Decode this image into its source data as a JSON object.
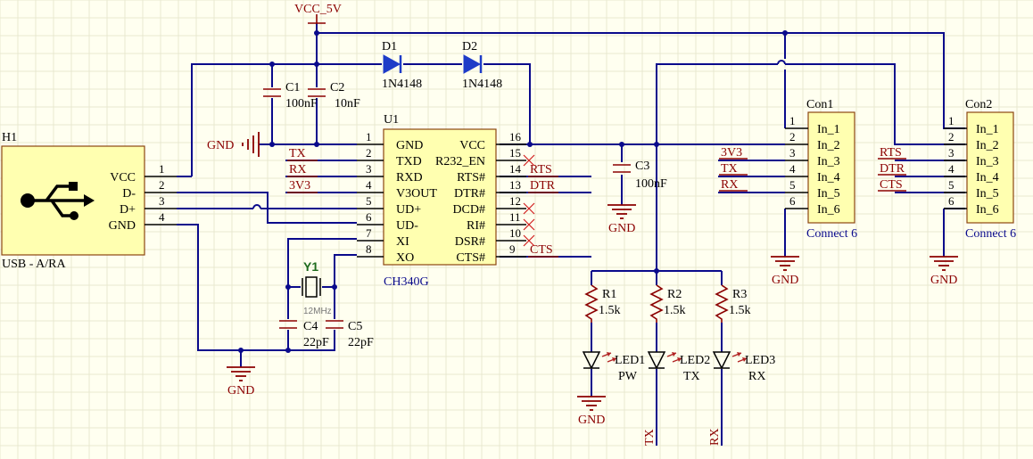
{
  "power": {
    "vcc5v": "VCC_5V"
  },
  "gnd": "GND",
  "h1": {
    "ref": "H1",
    "name": "USB - A/RA",
    "pins": [
      {
        "num": "1",
        "label": "VCC"
      },
      {
        "num": "2",
        "label": "D-"
      },
      {
        "num": "3",
        "label": "D+"
      },
      {
        "num": "4",
        "label": "GND"
      }
    ]
  },
  "caps": {
    "c1": {
      "ref": "C1",
      "val": "100nF"
    },
    "c2": {
      "ref": "C2",
      "val": "10nF"
    },
    "c3": {
      "ref": "C3",
      "val": "100nF"
    },
    "c4": {
      "ref": "C4",
      "val": "22pF"
    },
    "c5": {
      "ref": "C5",
      "val": "22pF"
    }
  },
  "diodes": {
    "d1": {
      "ref": "D1",
      "val": "1N4148"
    },
    "d2": {
      "ref": "D2",
      "val": "1N4148"
    }
  },
  "u1": {
    "ref": "U1",
    "part": "CH340G",
    "left": [
      {
        "num": "1",
        "label": "GND"
      },
      {
        "num": "2",
        "label": "TXD"
      },
      {
        "num": "3",
        "label": "RXD"
      },
      {
        "num": "4",
        "label": "V3OUT"
      },
      {
        "num": "5",
        "label": "UD+"
      },
      {
        "num": "6",
        "label": "UD-"
      },
      {
        "num": "7",
        "label": "XI"
      },
      {
        "num": "8",
        "label": "XO"
      }
    ],
    "right": [
      {
        "num": "16",
        "label": "VCC"
      },
      {
        "num": "15",
        "label": "R232_EN"
      },
      {
        "num": "14",
        "label": "RTS#"
      },
      {
        "num": "13",
        "label": "DTR#"
      },
      {
        "num": "12",
        "label": "DCD#"
      },
      {
        "num": "11",
        "label": "RI#"
      },
      {
        "num": "10",
        "label": "DSR#"
      },
      {
        "num": "9",
        "label": "CTS#"
      }
    ]
  },
  "u1_nets": {
    "left": [
      "TX",
      "RX",
      "3V3"
    ],
    "right": [
      "RTS",
      "DTR",
      "CTS"
    ]
  },
  "crystal": {
    "ref": "Y1",
    "val": "12MHz"
  },
  "resistors": [
    {
      "ref": "R1",
      "val": "1.5k"
    },
    {
      "ref": "R2",
      "val": "1.5k"
    },
    {
      "ref": "R3",
      "val": "1.5k"
    }
  ],
  "leds": [
    {
      "ref": "LED1",
      "label": "PW"
    },
    {
      "ref": "LED2",
      "label": "TX"
    },
    {
      "ref": "LED3",
      "label": "RX"
    }
  ],
  "bottom_nets": [
    "TX",
    "RX"
  ],
  "con1": {
    "ref": "Con1",
    "name": "Connect 6",
    "pins": [
      {
        "num": "1",
        "label": "In_1",
        "net": ""
      },
      {
        "num": "2",
        "label": "In_2",
        "net": ""
      },
      {
        "num": "3",
        "label": "In_3",
        "net": "3V3"
      },
      {
        "num": "4",
        "label": "In_4",
        "net": "TX"
      },
      {
        "num": "5",
        "label": "In_5",
        "net": "RX"
      },
      {
        "num": "6",
        "label": "In_6",
        "net": ""
      }
    ]
  },
  "con2": {
    "ref": "Con2",
    "name": "Connect 6",
    "pins": [
      {
        "num": "1",
        "label": "In_1",
        "net": ""
      },
      {
        "num": "2",
        "label": "In_2",
        "net": ""
      },
      {
        "num": "3",
        "label": "In_3",
        "net": "RTS"
      },
      {
        "num": "4",
        "label": "In_4",
        "net": "DTR"
      },
      {
        "num": "5",
        "label": "In_5",
        "net": "CTS"
      },
      {
        "num": "6",
        "label": "In_6",
        "net": ""
      }
    ]
  }
}
